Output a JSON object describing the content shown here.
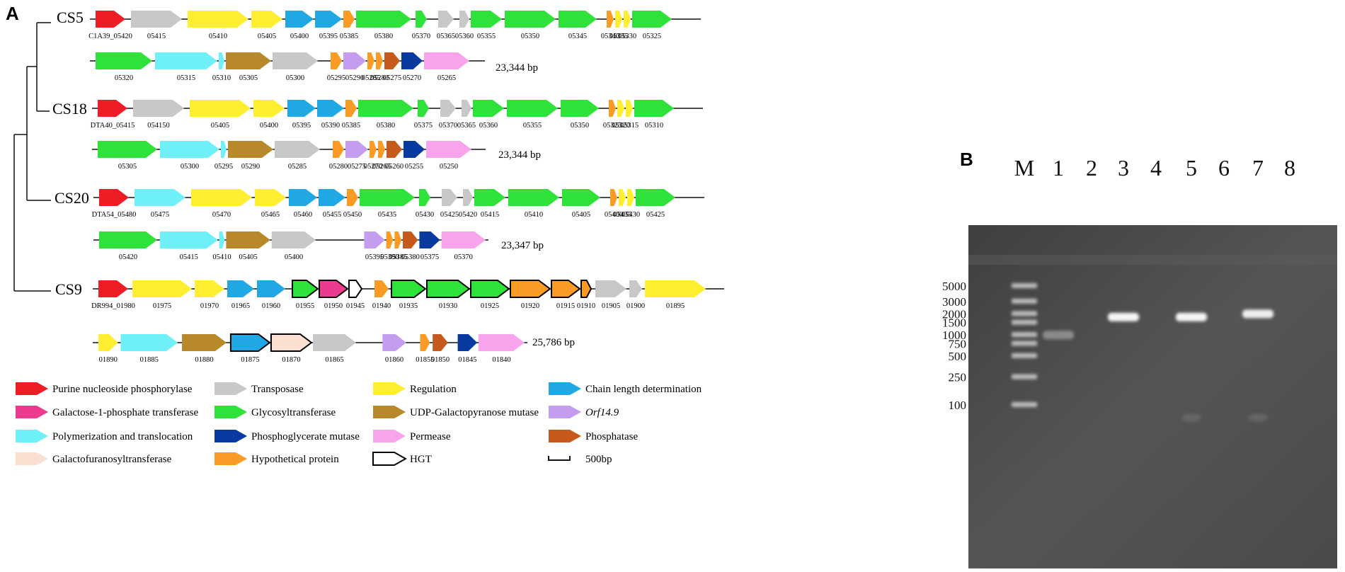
{
  "panels": {
    "a_label": "A",
    "b_label": "B"
  },
  "colors": {
    "purine": "#ee1c25",
    "transposase": "#c8c8c8",
    "regulation": "#ffef30",
    "chain": "#1fa8e4",
    "galactose": "#ec3a8e",
    "glycosyl": "#2ee23a",
    "udp": "#b8892a",
    "orf": "#c49df0",
    "polymer": "#6ff0f8",
    "phosphoglycerate": "#083aa0",
    "permease": "#f7a4ec",
    "phosphatase": "#c65a1d",
    "galactofuranosyl": "#fbe0d2",
    "hypothetical": "#f99b25",
    "hgt": "#ffffff"
  },
  "strains": [
    {
      "name": "CS5",
      "rows": [
        {
          "size": "23,344",
          "unit": "bp",
          "genes": [
            {
              "id": "C1A39_05420",
              "type": "purine"
            },
            {
              "id": "05415",
              "type": "transposase"
            },
            {
              "id": "05410",
              "type": "regulation"
            },
            {
              "id": "05405",
              "type": "regulation"
            },
            {
              "id": "05400",
              "type": "chain"
            },
            {
              "id": "05395",
              "type": "chain"
            },
            {
              "id": "05385",
              "type": "hypothetical"
            },
            {
              "id": "05380",
              "type": "glycosyl"
            },
            {
              "id": "05370",
              "type": "glycosyl"
            },
            {
              "id": "05365",
              "type": "transposase"
            },
            {
              "id": "05360",
              "type": "transposase"
            },
            {
              "id": "05355",
              "type": "glycosyl"
            },
            {
              "id": "05350",
              "type": "glycosyl"
            },
            {
              "id": "05345",
              "type": "glycosyl"
            },
            {
              "id": "05340",
              "type": "hypothetical"
            },
            {
              "id": "05335",
              "type": "regulation"
            },
            {
              "id": "05330",
              "type": "regulation"
            },
            {
              "id": "05325",
              "type": "glycosyl"
            }
          ]
        },
        {
          "genes": [
            {
              "id": "05320",
              "type": "glycosyl"
            },
            {
              "id": "05315",
              "type": "polymer"
            },
            {
              "id": "05310",
              "type": "polymer"
            },
            {
              "id": "05305",
              "type": "udp"
            },
            {
              "id": "05300",
              "type": "transposase"
            },
            {
              "id": "05295",
              "type": "hypothetical"
            },
            {
              "id": "05290",
              "type": "orf"
            },
            {
              "id": "05285",
              "type": "hypothetical"
            },
            {
              "id": "05280",
              "type": "hypothetical"
            },
            {
              "id": "05275",
              "type": "phosphatase"
            },
            {
              "id": "05270",
              "type": "phosphoglycerate"
            },
            {
              "id": "05265",
              "type": "permease"
            }
          ]
        }
      ]
    },
    {
      "name": "CS18",
      "rows": [
        {
          "genes": [
            {
              "id": "DTA40_05415",
              "type": "purine"
            },
            {
              "id": "054150",
              "type": "transposase"
            },
            {
              "id": "05405",
              "type": "regulation"
            },
            {
              "id": "05400",
              "type": "regulation"
            },
            {
              "id": "05395",
              "type": "chain"
            },
            {
              "id": "05390",
              "type": "chain"
            },
            {
              "id": "05385",
              "type": "hypothetical"
            },
            {
              "id": "05380",
              "type": "glycosyl"
            },
            {
              "id": "05375",
              "type": "glycosyl"
            },
            {
              "id": "05370",
              "type": "transposase"
            },
            {
              "id": "05365",
              "type": "transposase"
            },
            {
              "id": "05360",
              "type": "glycosyl"
            },
            {
              "id": "05355",
              "type": "glycosyl"
            },
            {
              "id": "05350",
              "type": "glycosyl"
            },
            {
              "id": "05325",
              "type": "hypothetical"
            },
            {
              "id": "05320",
              "type": "regulation"
            },
            {
              "id": "05315",
              "type": "regulation"
            },
            {
              "id": "05310",
              "type": "glycosyl"
            }
          ]
        },
        {
          "size": "23,344",
          "unit": "bp",
          "genes": [
            {
              "id": "05305",
              "type": "glycosyl"
            },
            {
              "id": "05300",
              "type": "polymer"
            },
            {
              "id": "05295",
              "type": "polymer"
            },
            {
              "id": "05290",
              "type": "udp"
            },
            {
              "id": "05285",
              "type": "transposase"
            },
            {
              "id": "05280",
              "type": "hypothetical"
            },
            {
              "id": "05275",
              "type": "orf"
            },
            {
              "id": "05270",
              "type": "hypothetical"
            },
            {
              "id": "05265",
              "type": "hypothetical"
            },
            {
              "id": "05260",
              "type": "phosphatase"
            },
            {
              "id": "05255",
              "type": "phosphoglycerate"
            },
            {
              "id": "05250",
              "type": "permease"
            }
          ]
        }
      ]
    },
    {
      "name": "CS20",
      "rows": [
        {
          "genes": [
            {
              "id": "DTA54_05480",
              "type": "purine"
            },
            {
              "id": "05475",
              "type": "polymer"
            },
            {
              "id": "05470",
              "type": "regulation"
            },
            {
              "id": "05465",
              "type": "regulation"
            },
            {
              "id": "05460",
              "type": "chain"
            },
            {
              "id": "05455",
              "type": "chain"
            },
            {
              "id": "05450",
              "type": "hypothetical"
            },
            {
              "id": "05435",
              "type": "glycosyl"
            },
            {
              "id": "05430",
              "type": "glycosyl"
            },
            {
              "id": "05425",
              "type": "transposase"
            },
            {
              "id": "05420",
              "type": "transposase"
            },
            {
              "id": "05415",
              "type": "glycosyl"
            },
            {
              "id": "05410",
              "type": "glycosyl"
            },
            {
              "id": "05405",
              "type": "glycosyl"
            },
            {
              "id": "05400",
              "type": "hypothetical"
            },
            {
              "id": "05435",
              "type": "regulation"
            },
            {
              "id": "05430",
              "type": "regulation"
            },
            {
              "id": "05425",
              "type": "glycosyl"
            }
          ]
        },
        {
          "size": "23,347",
          "unit": "bp",
          "genes": [
            {
              "id": "05420",
              "type": "glycosyl"
            },
            {
              "id": "05415",
              "type": "polymer"
            },
            {
              "id": "05410",
              "type": "polymer"
            },
            {
              "id": "05405",
              "type": "udp"
            },
            {
              "id": "05400",
              "type": "transposase"
            },
            {
              "id": "05395",
              "type": "orf"
            },
            {
              "id": "05390",
              "type": "hypothetical"
            },
            {
              "id": "05385",
              "type": "hypothetical"
            },
            {
              "id": "05380",
              "type": "phosphatase"
            },
            {
              "id": "05375",
              "type": "phosphoglycerate"
            },
            {
              "id": "05370",
              "type": "permease"
            }
          ]
        }
      ]
    },
    {
      "name": "CS9",
      "rows": [
        {
          "genes": [
            {
              "id": "DR994_01980",
              "type": "purine"
            },
            {
              "id": "01975",
              "type": "regulation"
            },
            {
              "id": "01970",
              "type": "regulation"
            },
            {
              "id": "01965",
              "type": "chain"
            },
            {
              "id": "01960",
              "type": "chain"
            },
            {
              "id": "01955",
              "type": "glycosyl",
              "hgt": true
            },
            {
              "id": "01950",
              "type": "galactose",
              "hgt": true
            },
            {
              "id": "01945",
              "type": "hgt",
              "hgt": true
            },
            {
              "id": "01940",
              "type": "hypothetical"
            },
            {
              "id": "01935",
              "type": "glycosyl",
              "hgt": true
            },
            {
              "id": "01930",
              "type": "glycosyl",
              "hgt": true
            },
            {
              "id": "01925",
              "type": "glycosyl",
              "hgt": true
            },
            {
              "id": "01920",
              "type": "hypothetical",
              "hgt": true
            },
            {
              "id": "01915",
              "type": "hypothetical",
              "hgt": true
            },
            {
              "id": "01910",
              "type": "hypothetical",
              "hgt": true
            },
            {
              "id": "01905",
              "type": "transposase"
            },
            {
              "id": "01900",
              "type": "transposase"
            },
            {
              "id": "01895",
              "type": "regulation"
            }
          ]
        },
        {
          "size": "25,786",
          "unit": "bp",
          "genes": [
            {
              "id": "01890",
              "type": "regulation"
            },
            {
              "id": "01885",
              "type": "polymer"
            },
            {
              "id": "01880",
              "type": "udp"
            },
            {
              "id": "01875",
              "type": "chain",
              "hgt": true
            },
            {
              "id": "01870",
              "type": "galactofuranosyl",
              "hgt": true
            },
            {
              "id": "01865",
              "type": "transposase"
            },
            {
              "id": "01860",
              "type": "orf"
            },
            {
              "id": "01855",
              "type": "hypothetical"
            },
            {
              "id": "01850",
              "type": "phosphatase"
            },
            {
              "id": "01845",
              "type": "phosphoglycerate"
            },
            {
              "id": "01840",
              "type": "permease"
            }
          ]
        }
      ]
    }
  ],
  "legend": [
    {
      "type": "purine",
      "label": "Purine nucleoside phosphorylase"
    },
    {
      "type": "transposase",
      "label": "Transposase"
    },
    {
      "type": "regulation",
      "label": "Regulation"
    },
    {
      "type": "chain",
      "label": "Chain length determination"
    },
    {
      "type": "galactose",
      "label": "Galactose-1-phosphate transferase"
    },
    {
      "type": "glycosyl",
      "label": "Glycosyltransferase"
    },
    {
      "type": "udp",
      "label": "UDP-Galactopyranose mutase"
    },
    {
      "type": "orf",
      "label": "Orf14.9",
      "italic": true
    },
    {
      "type": "polymer",
      "label": "Polymerization and translocation"
    },
    {
      "type": "phosphoglycerate",
      "label": "Phosphoglycerate mutase"
    },
    {
      "type": "permease",
      "label": "Permease"
    },
    {
      "type": "phosphatase",
      "label": "Phosphatase"
    },
    {
      "type": "galactofuranosyl",
      "label": "Galactofuranosyltransferase"
    },
    {
      "type": "hypothetical",
      "label": "Hypothetical protein"
    },
    {
      "type": "hgt",
      "label": "HGT"
    },
    {
      "type": "scale",
      "label": "500bp"
    }
  ],
  "gel": {
    "lanes": [
      "M",
      "1",
      "2",
      "3",
      "4",
      "5",
      "6",
      "7",
      "8"
    ],
    "ladder": [
      "5000",
      "3000",
      "2000",
      "1500",
      "1000",
      "750",
      "500",
      "250",
      "100"
    ],
    "bands": [
      {
        "lane": "1",
        "size_bp": 1000,
        "intensity": 0.35
      },
      {
        "lane": "3",
        "size_bp": 1800,
        "intensity": 0.95
      },
      {
        "lane": "5",
        "size_bp": 1800,
        "intensity": 0.95
      },
      {
        "lane": "7",
        "size_bp": 2000,
        "intensity": 0.9
      }
    ]
  }
}
